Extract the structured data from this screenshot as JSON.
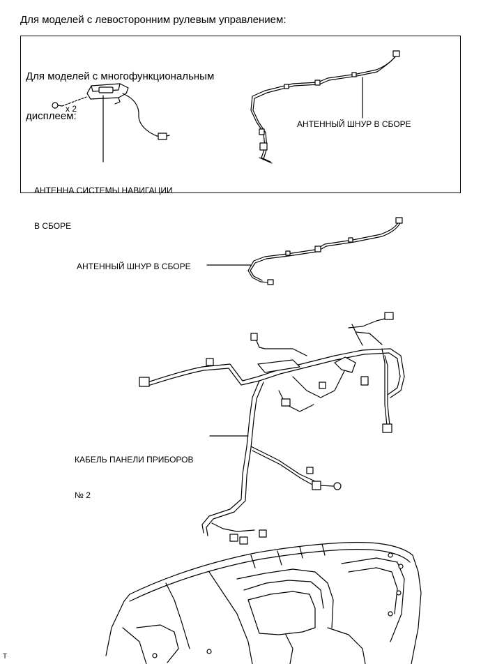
{
  "heading": "Для моделей с левосторонним рулевым управлением:",
  "panel": {
    "title_line1": "Для моделей с многофункциональным",
    "title_line2": "дисплеем:",
    "quantity_label": "x 2",
    "antenna_label_line1": "АНТЕННА СИСТЕМЫ НАВИГАЦИИ",
    "antenna_label_line2": "В СБОРЕ",
    "cord_label": "АНТЕННЫЙ ШНУР В СБОРЕ"
  },
  "main": {
    "cord_label": "АНТЕННЫЙ ШНУР В СБОРЕ",
    "cable_label_line1": "КАБЕЛЬ ПАНЕЛИ ПРИБОРОВ",
    "cable_label_line2": "№ 2"
  },
  "corner_mark": "T"
}
